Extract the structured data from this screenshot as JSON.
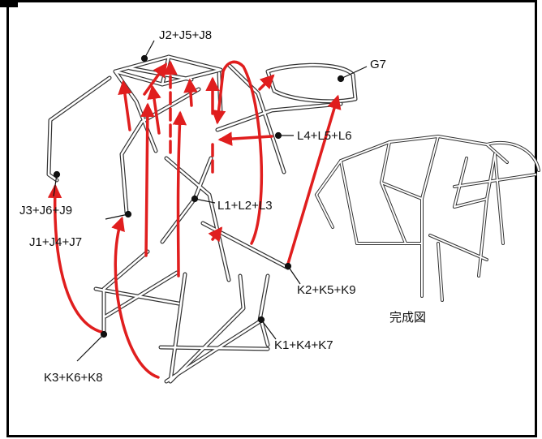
{
  "labels": {
    "j2_j5_j8": "J2+J5+J8",
    "g7": "G7",
    "l4_l5_l6": "L4+L5+L6",
    "j3_j6_j9": "J3+J6+J9",
    "l1_l2_l3": "L1+L2+L3",
    "j1_j4_j7": "J1+J4+J7",
    "k2_k5_k9": "K2+K5+K9",
    "k1_k4_k7": "K1+K4+K7",
    "k3_k6_k8": "K3+K6+K8",
    "completed_caption": "完成図"
  },
  "colors": {
    "arrow": "#e01e1e",
    "frame": "#000000",
    "tube": "#333333"
  }
}
